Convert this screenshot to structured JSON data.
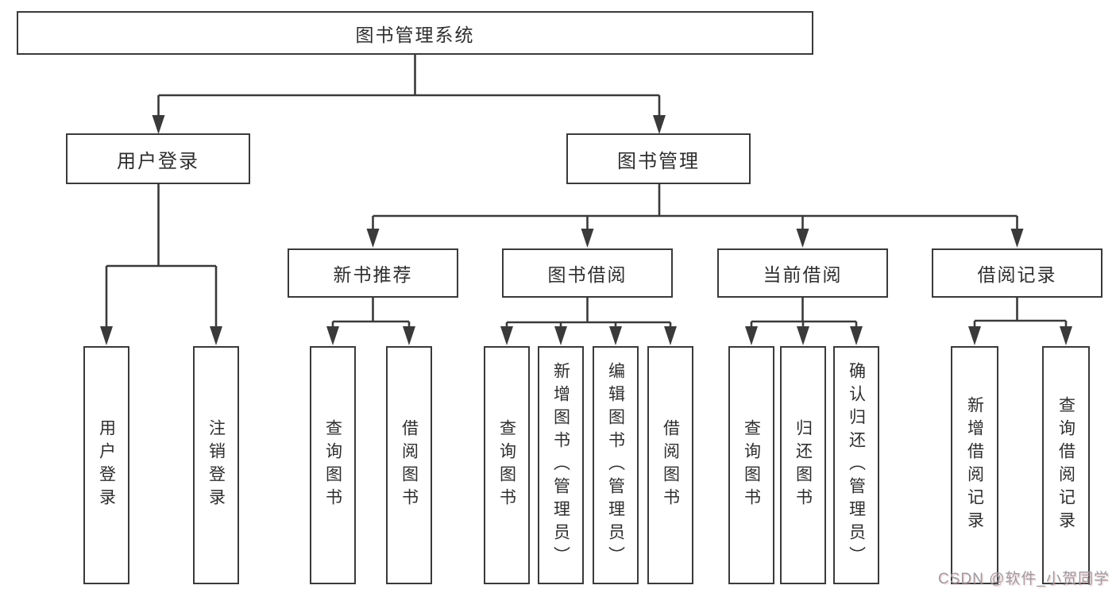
{
  "root": {
    "label": "图书管理系统"
  },
  "branches": [
    {
      "label": "用户登录",
      "leaves": [
        "用户登录",
        "注销登录"
      ]
    },
    {
      "label": "图书管理",
      "subbranches": [
        {
          "label": "新书推荐",
          "leaves": [
            "查询图书",
            "借阅图书"
          ]
        },
        {
          "label": "图书借阅",
          "leaves": [
            "查询图书",
            "新增图书（管理员）",
            "编辑图书（管理员）",
            "借阅图书"
          ]
        },
        {
          "label": "当前借阅",
          "leaves": [
            "查询图书",
            "归还图书",
            "确认归还（管理员）"
          ]
        },
        {
          "label": "借阅记录",
          "leaves": [
            "新增借阅记录",
            "查询借阅记录"
          ]
        }
      ]
    }
  ],
  "watermark": "CSDN @软件_小贺同学",
  "colors": {
    "line": "#3a3a3a",
    "text": "#2e2e2e",
    "watermark": "#9b9ba3",
    "background": "#ffffff"
  }
}
